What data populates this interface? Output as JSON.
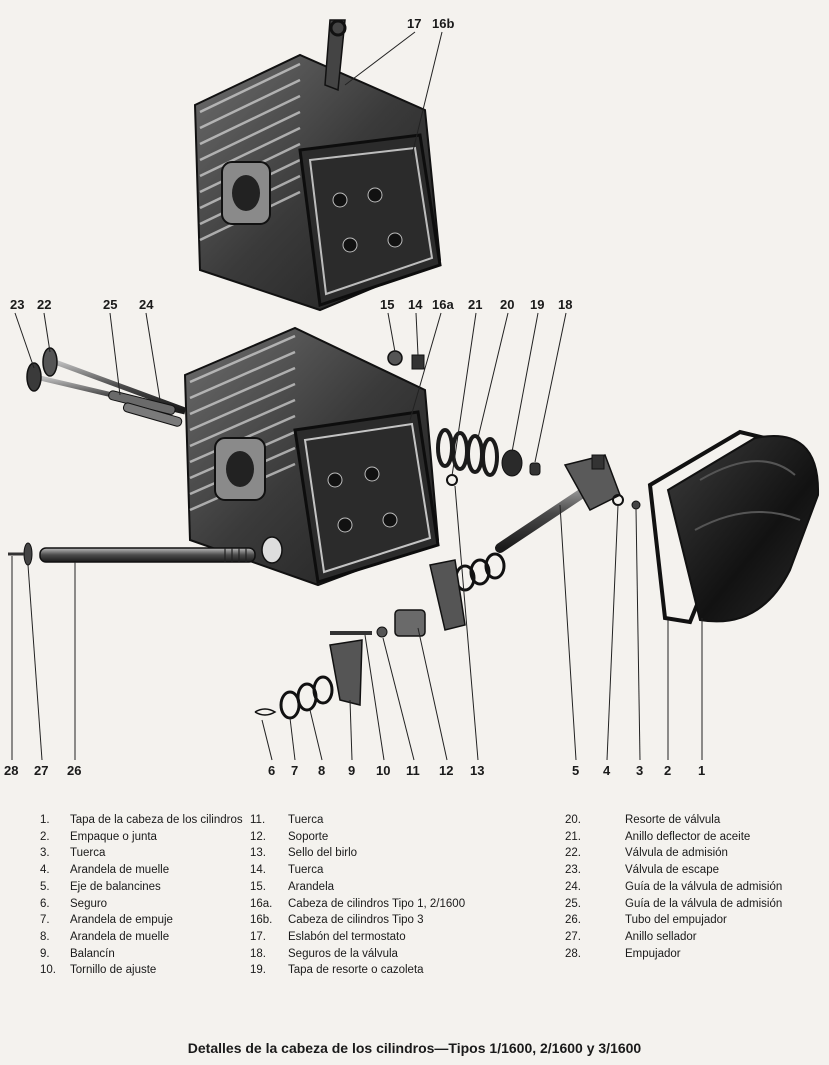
{
  "callouts": {
    "c17": "17",
    "c16b": "16b",
    "c23": "23",
    "c22": "22",
    "c25": "25",
    "c24": "24",
    "c15": "15",
    "c14": "14",
    "c16a": "16a",
    "c21": "21",
    "c20": "20",
    "c19": "19",
    "c18": "18",
    "b28": "28",
    "b27": "27",
    "b26": "26",
    "b6": "6",
    "b7": "7",
    "b8": "8",
    "b9": "9",
    "b10": "10",
    "b11": "11",
    "b12": "12",
    "b13": "13",
    "b5": "5",
    "b4": "4",
    "b3": "3",
    "b2": "2",
    "b1": "1"
  },
  "legend": {
    "col1": [
      {
        "num": "1.",
        "text": "Tapa de la cabeza de los cilindros"
      },
      {
        "num": "2.",
        "text": "Empaque o junta"
      },
      {
        "num": "3.",
        "text": "Tuerca"
      },
      {
        "num": "4.",
        "text": "Arandela de muelle"
      },
      {
        "num": "5.",
        "text": "Eje de balancines"
      },
      {
        "num": "6.",
        "text": "Seguro"
      },
      {
        "num": "7.",
        "text": "Arandela de empuje"
      },
      {
        "num": "8.",
        "text": "Arandela de muelle"
      },
      {
        "num": "9.",
        "text": "Balancín"
      },
      {
        "num": "10.",
        "text": "Tornillo de ajuste"
      }
    ],
    "col2": [
      {
        "num": "11.",
        "text": "Tuerca"
      },
      {
        "num": "12.",
        "text": "Soporte"
      },
      {
        "num": "13.",
        "text": "Sello del birlo"
      },
      {
        "num": "14.",
        "text": "Tuerca"
      },
      {
        "num": "15.",
        "text": "Arandela"
      },
      {
        "num": "16a.",
        "text": "Cabeza de cilindros Tipo 1, 2/1600"
      },
      {
        "num": "16b.",
        "text": "Cabeza de cilindros Tipo 3"
      },
      {
        "num": "17.",
        "text": "Eslabón del termostato"
      },
      {
        "num": "18.",
        "text": "Seguros de la válvula"
      },
      {
        "num": "19.",
        "text": "Tapa de resorte o cazoleta"
      }
    ],
    "col3": [
      {
        "num": "20.",
        "text": "Resorte de válvula"
      },
      {
        "num": "21.",
        "text": "Anillo deflector de aceite"
      },
      {
        "num": "22.",
        "text": "Válvula de admisión"
      },
      {
        "num": "23.",
        "text": "Válvula de escape"
      },
      {
        "num": "24.",
        "text": "Guía de la válvula de admisión"
      },
      {
        "num": "25.",
        "text": "Guía de la válvula de admisión"
      },
      {
        "num": "26.",
        "text": "Tubo del empujador"
      },
      {
        "num": "27.",
        "text": "Anillo sellador"
      },
      {
        "num": "28.",
        "text": "Empujador"
      }
    ]
  },
  "caption": "Detalles de la cabeza de los cilindros—Tipos 1/1600, 2/1600 y 3/1600"
}
